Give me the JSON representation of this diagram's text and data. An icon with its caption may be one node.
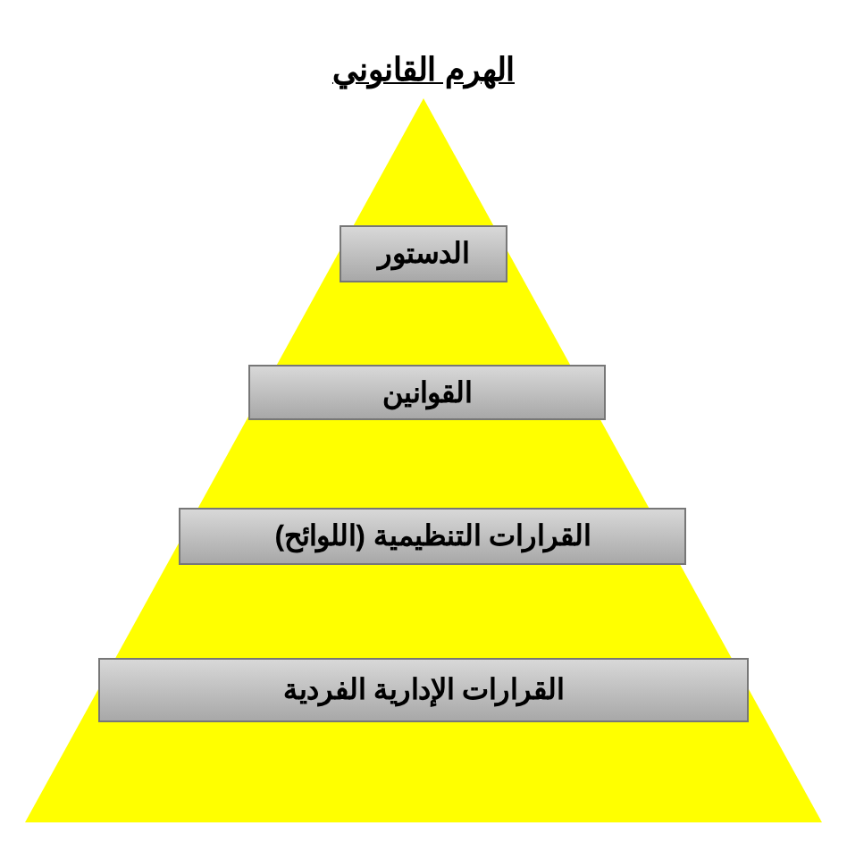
{
  "diagram": {
    "title": "الهرم القانوني",
    "nodes": [
      {
        "text": [
          "الدستور"
        ]
      },
      {
        "text": [
          "القوانين"
        ]
      },
      {
        "text": [
          "القرارات التنظيمية (اللوائح)"
        ]
      },
      {
        "text": [
          "القرارات الإدارية الفردية"
        ]
      }
    ]
  }
}
